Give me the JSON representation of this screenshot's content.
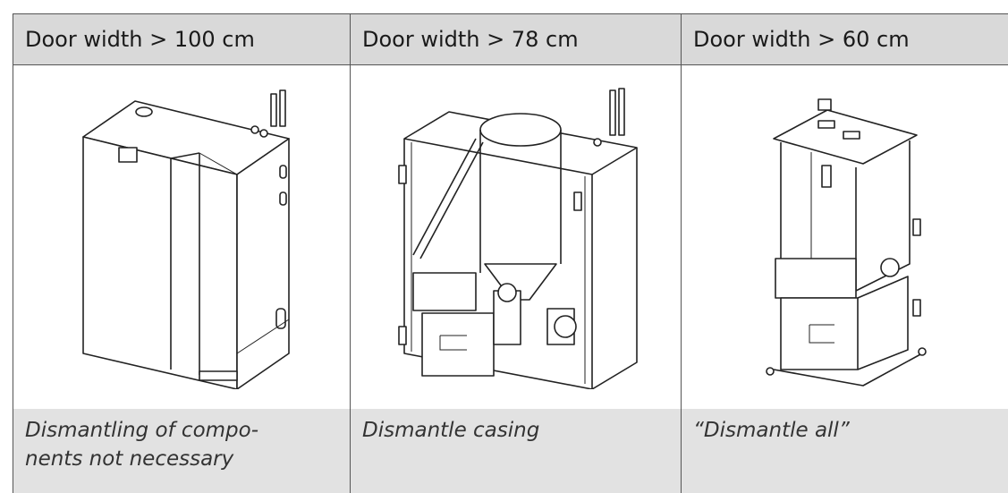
{
  "table": {
    "headers": [
      "Door width > 100 cm",
      "Door width > 78 cm",
      "Door width > 60 cm"
    ],
    "captions": [
      [
        "Dismantling of compo-",
        "nents not necessary"
      ],
      [
        "Dismantle casing"
      ],
      [
        "“Dismantle all”"
      ]
    ]
  },
  "illustrations": [
    "boiler-fully-assembled",
    "boiler-casing-removed",
    "boiler-fully-dismantled"
  ]
}
